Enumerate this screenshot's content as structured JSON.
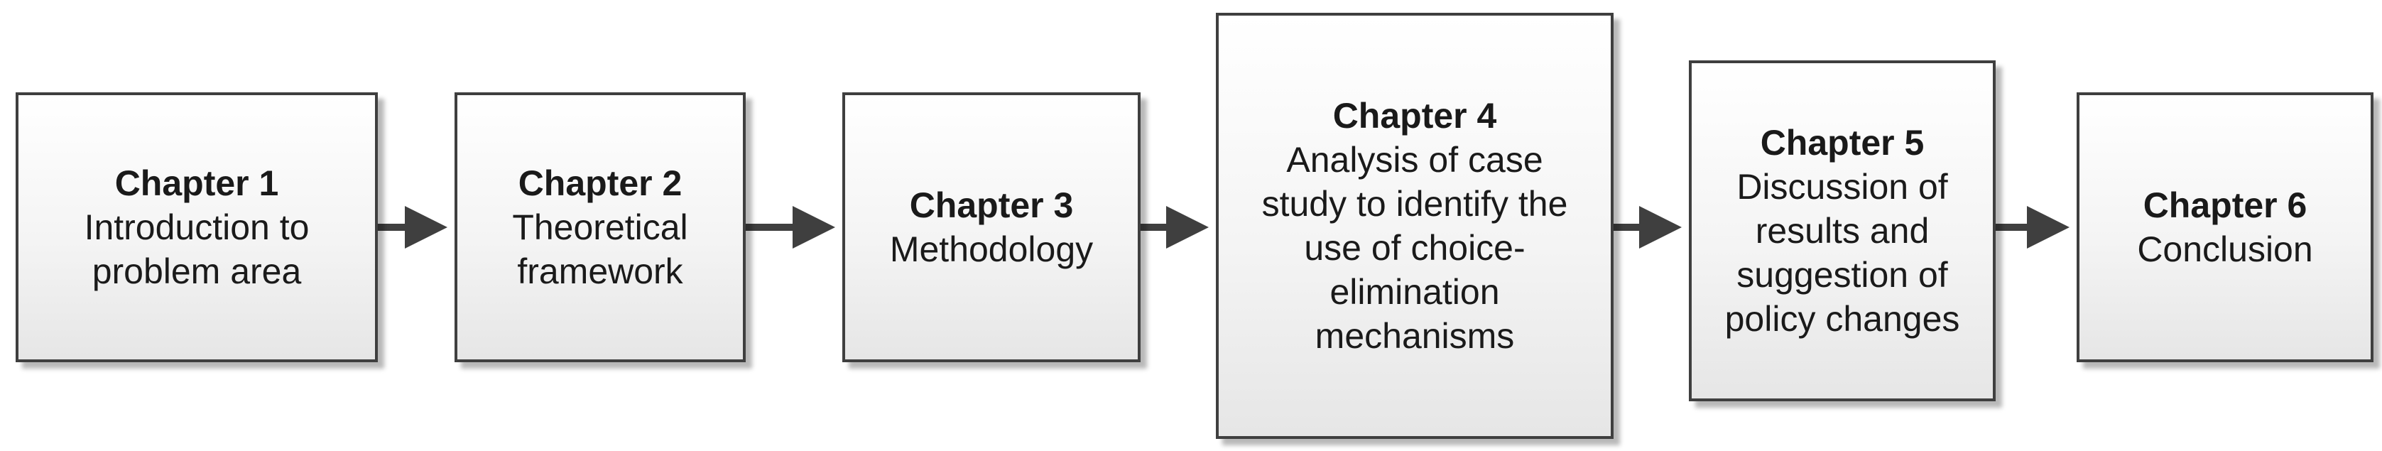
{
  "steps": [
    {
      "title": "Chapter 1",
      "desc": "Introduction to\nproblem area"
    },
    {
      "title": "Chapter 2",
      "desc": "Theoretical\nframework"
    },
    {
      "title": "Chapter 3",
      "desc": "Methodology"
    },
    {
      "title": "Chapter 4",
      "desc": "Analysis of case\nstudy to identify the\nuse of  choice-\nelimination\nmechanisms"
    },
    {
      "title": "Chapter 5",
      "desc": "Discussion of\nresults and\nsuggestion of\npolicy changes"
    },
    {
      "title": "Chapter 6",
      "desc": "Conclusion"
    }
  ],
  "colors": {
    "border": "#3f3f3f",
    "arrow": "#3f3f3f",
    "text": "#1a1a1a"
  }
}
